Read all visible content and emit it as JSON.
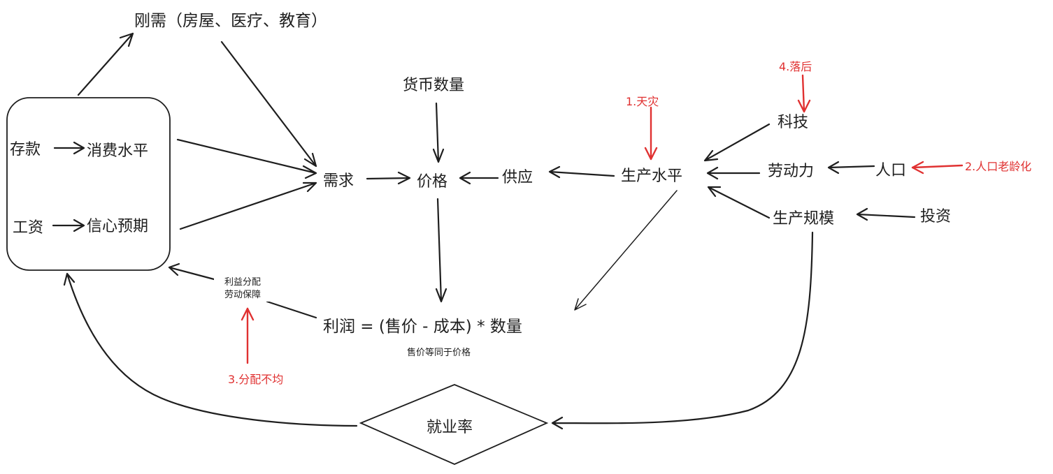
{
  "nodes": {
    "rigid_demand": "刚需（房屋、医疗、教育）",
    "savings": "存款",
    "consumption_level": "消费水平",
    "wages": "工资",
    "confidence": "信心预期",
    "demand": "需求",
    "price": "价格",
    "supply": "供应",
    "production_level": "生产水平",
    "money_supply": "货币数量",
    "technology": "科技",
    "labor": "劳动力",
    "population": "人口",
    "production_scale": "生产规模",
    "investment": "投资",
    "profit_formula": "利润 = (售价 - 成本) * 数量",
    "price_note": "售价等同于价格",
    "profit_distribution": "利益分配",
    "labor_protection": "劳动保障",
    "employment_rate": "就业率"
  },
  "problems": {
    "p1": "1.天灾",
    "p2": "2.人口老龄化",
    "p3": "3.分配不均",
    "p4": "4.落后"
  },
  "colors": {
    "ink": "#1e1e1e",
    "problem": "#e03131"
  }
}
